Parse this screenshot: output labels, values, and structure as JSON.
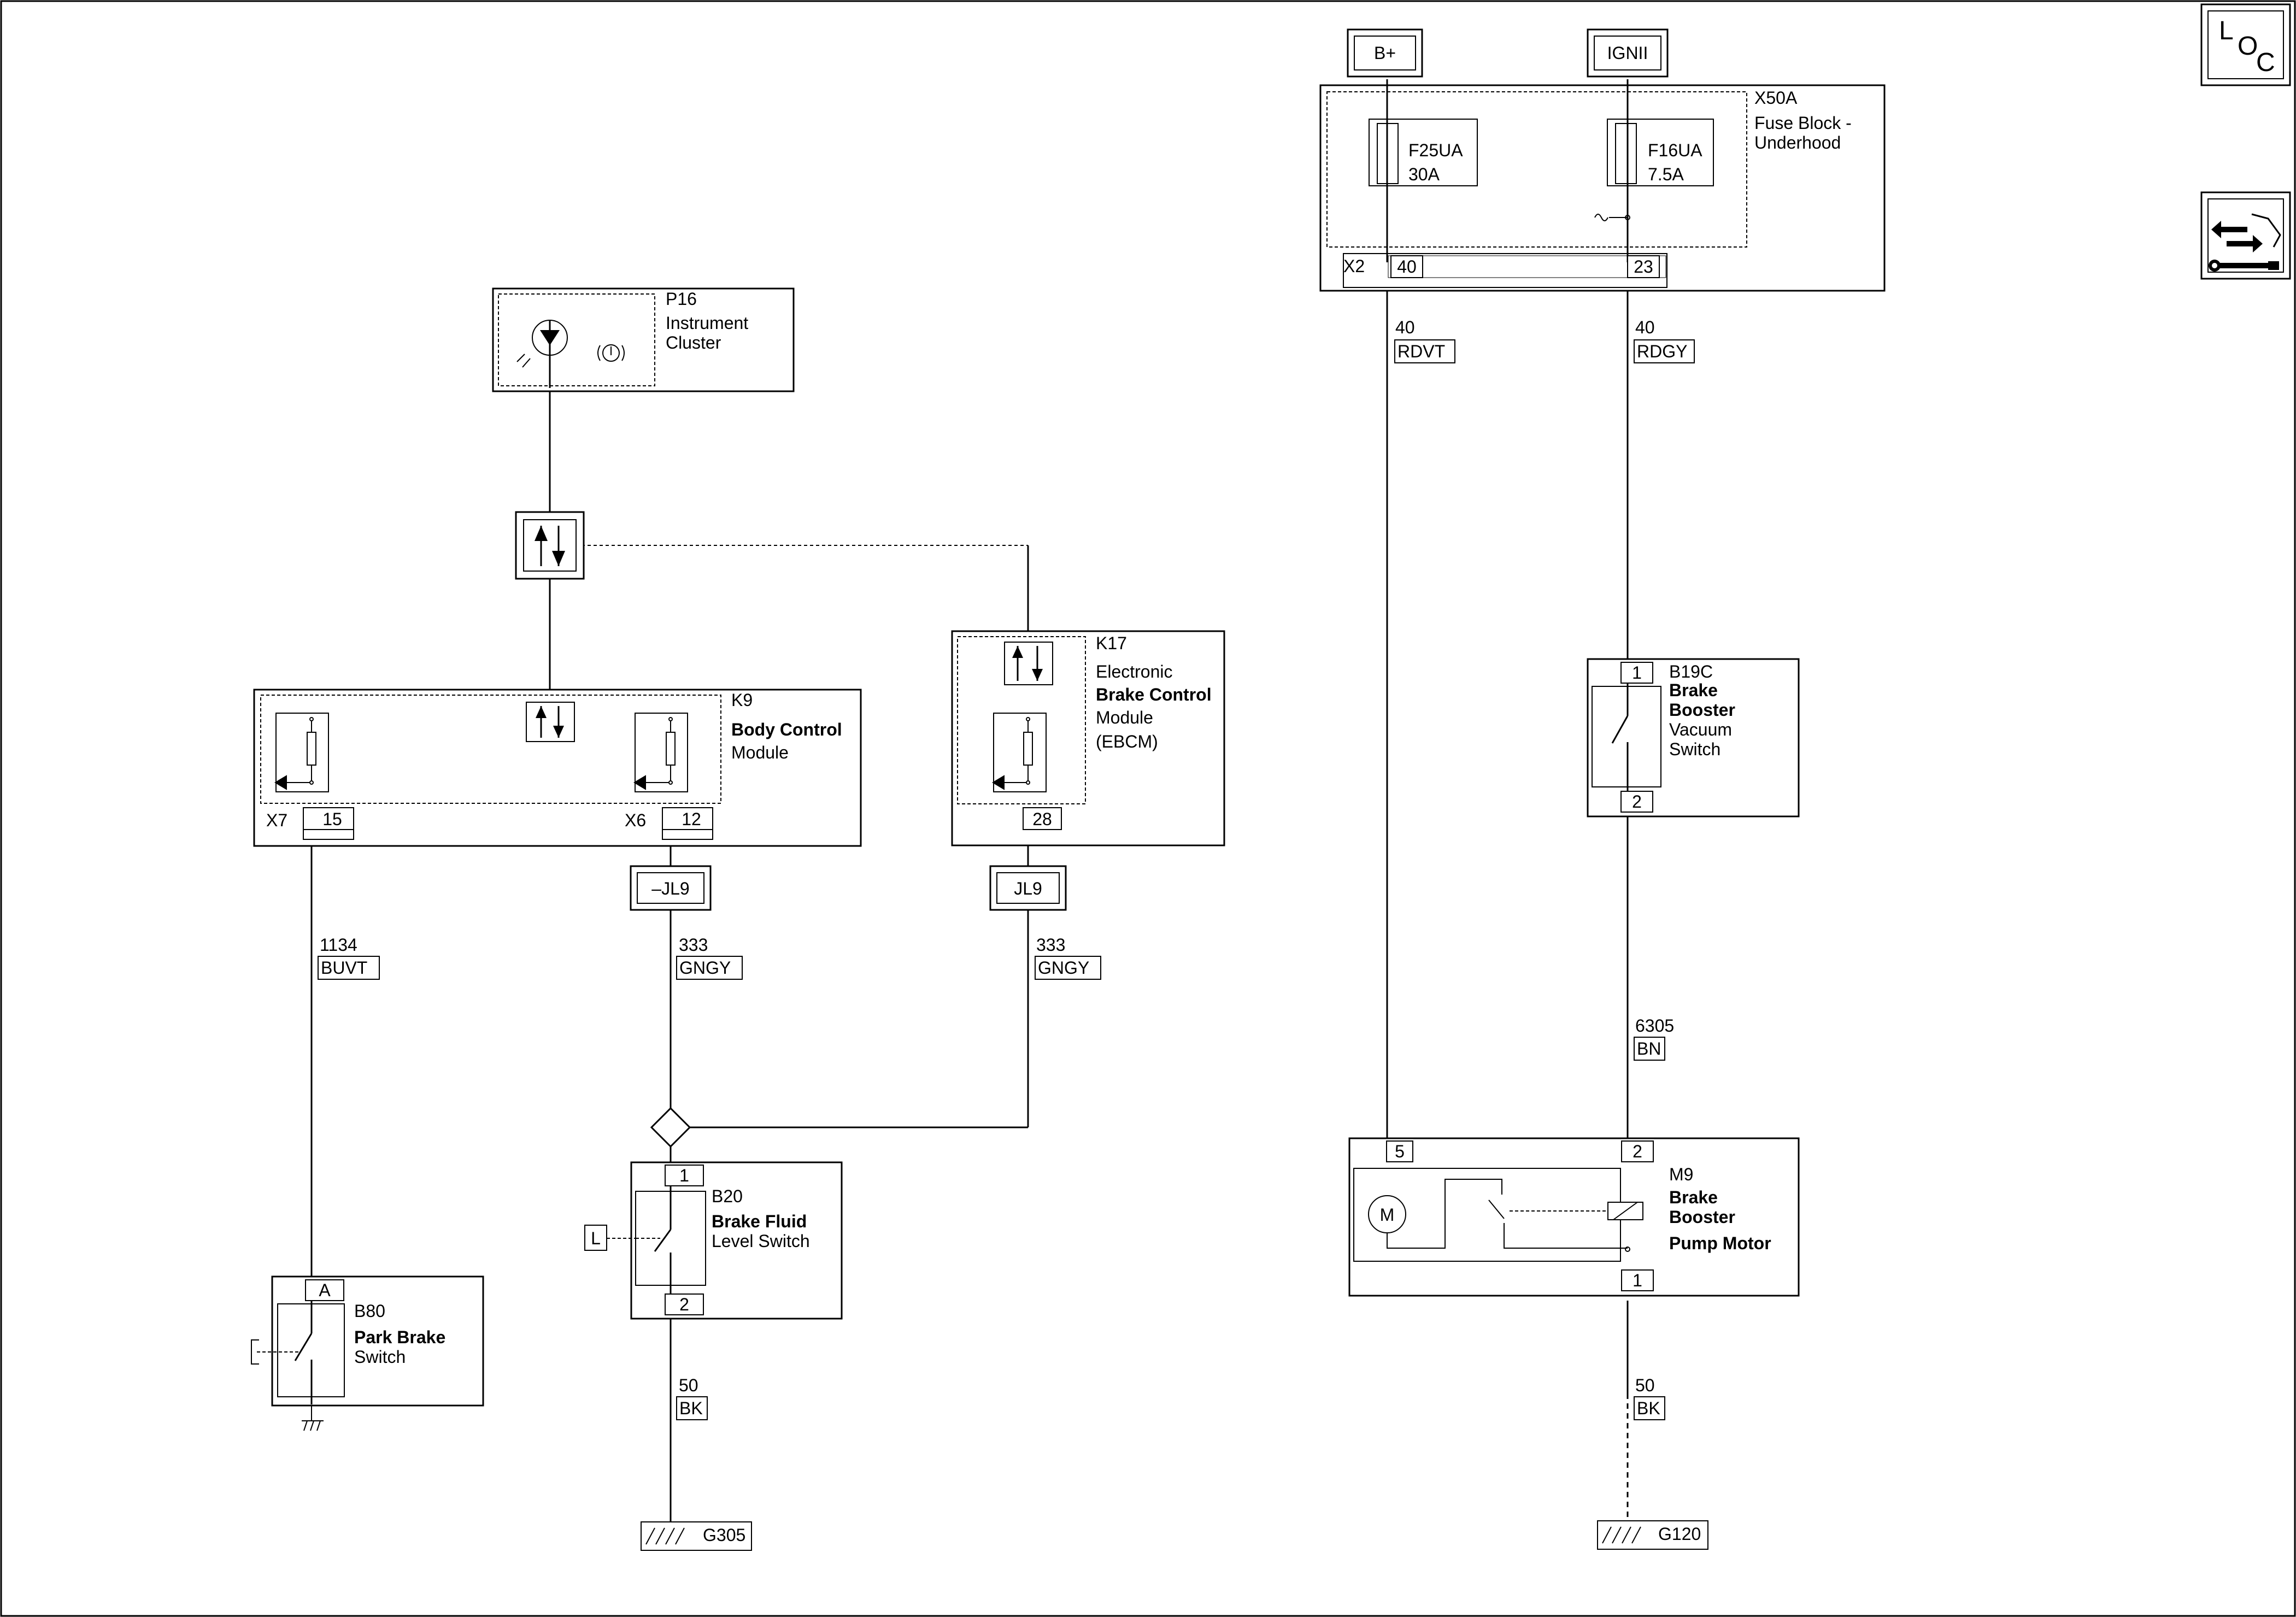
{
  "power": {
    "bplus": "B+",
    "ign": "IGNII"
  },
  "fuse_block": {
    "id": "X50A",
    "name1": "Fuse Block -",
    "name2": "Underhood",
    "f1_name": "F25UA",
    "f1_rating": "30A",
    "f2_name": "F16UA",
    "f2_rating": "7.5A",
    "connector": "X2",
    "pin_a": "40",
    "pin_b": "23"
  },
  "wires": {
    "w40a_num": "40",
    "w40a_color": "RDVT",
    "w40b_num": "40",
    "w40b_color": "RDGY",
    "w1134_num": "1134",
    "w1134_color": "BUVT",
    "w333a_num": "333",
    "w333a_color": "GNGY",
    "w333b_num": "333",
    "w333b_color": "GNGY",
    "w6305_num": "6305",
    "w6305_color": "BN",
    "w50a_num": "50",
    "w50a_color": "BK",
    "w50b_num": "50",
    "w50b_color": "BK"
  },
  "p16": {
    "id": "P16",
    "name1": "Instrument",
    "name2": "Cluster"
  },
  "k9": {
    "id": "K9",
    "name1": "Body Control",
    "name2": "Module",
    "conn_a": "X7",
    "pin_a": "15",
    "conn_b": "X6",
    "pin_b": "12"
  },
  "k17": {
    "id": "K17",
    "name1": "Electronic",
    "name2": "Brake Control",
    "name3": "Module",
    "name4": "(EBCM)",
    "pin": "28"
  },
  "splices": {
    "left": "–JL9",
    "right": "JL9"
  },
  "b19c": {
    "id": "B19C",
    "name1": "Brake",
    "name2": "Booster",
    "name3": "Vacuum",
    "name4": "Switch",
    "pin_top": "1",
    "pin_bottom": "2"
  },
  "m9": {
    "id": "M9",
    "name1": "Brake",
    "name2": "Booster",
    "name3": "Pump Motor",
    "pin_a": "5",
    "pin_b": "2",
    "pin_c": "1",
    "motor": "M"
  },
  "b20": {
    "id": "B20",
    "name1": "Brake Fluid",
    "name2": "Level Switch",
    "pin_top": "1",
    "pin_bottom": "2",
    "side": "L"
  },
  "b80": {
    "id": "B80",
    "name1": "Park Brake",
    "name2": "Switch",
    "pin": "A"
  },
  "grounds": {
    "g305": "G305",
    "g120": "G120"
  },
  "corner": {
    "loc_l": "L",
    "loc_o": "O",
    "loc_c": "C"
  }
}
